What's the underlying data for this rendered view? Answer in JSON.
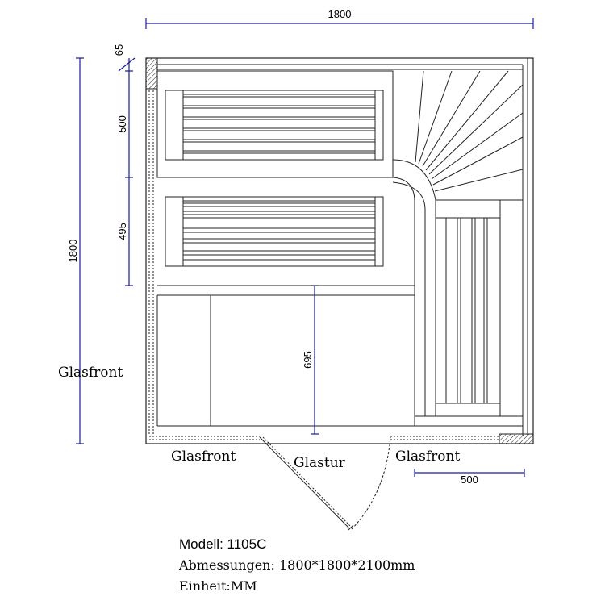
{
  "dimensions": {
    "top_width": "1800",
    "left_height": "1800",
    "wall_thickness": "65",
    "upper_bench_depth": "500",
    "lower_bench_depth": "495",
    "floor_depth": "695",
    "right_bench_width": "500"
  },
  "labels": {
    "left_glass_front": "Glasfront",
    "bottom_left_glass_front": "Glasfront",
    "glass_door": "Glastur",
    "bottom_right_glass_front": "Glasfront"
  },
  "info": {
    "model": "Modell: 1105C",
    "dimensions_line": "Abmessungen: 1800*1800*2100mm",
    "unit": "Einheit:MM"
  },
  "colors": {
    "outline": "#222222",
    "dimension_line": "#1a1aa0"
  }
}
